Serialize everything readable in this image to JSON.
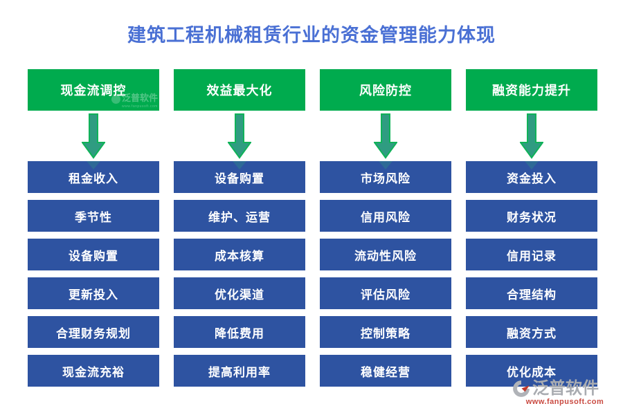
{
  "title": "建筑工程机械租赁行业的资金管理能力体现",
  "columns": [
    {
      "header": "现金流调控",
      "items": [
        "租金收入",
        "季节性",
        "设备购置",
        "更新投入",
        "合理财务规划",
        "现金流充裕"
      ]
    },
    {
      "header": "效益最大化",
      "items": [
        "设备购置",
        "维护、运营",
        "成本核算",
        "优化渠道",
        "降低费用",
        "提高利用率"
      ]
    },
    {
      "header": "风险防控",
      "items": [
        "市场风险",
        "信用风险",
        "流动性风险",
        "评估风险",
        "控制策略",
        "稳健经营"
      ]
    },
    {
      "header": "融资能力提升",
      "items": [
        "资金投入",
        "财务状况",
        "信用记录",
        "合理结构",
        "融资方式",
        "优化成本"
      ]
    }
  ],
  "watermark": {
    "logo_text": "泛普软件"
  },
  "branding": {
    "logo_text": "泛普软件",
    "url": "www.fanpusoft.com"
  },
  "colors": {
    "title_blue": "#4a70d4",
    "header_green": "#00ab4e",
    "box_blue": "#2e53a1",
    "arrow_fill": "#2f9c81",
    "arrow_stroke": "#10b259",
    "brand_gray": "#a9acb1",
    "brand_red": "#c94a41"
  },
  "icons": {
    "arrow": "down-arrow-icon",
    "brand": "fanpu-logo-icon"
  }
}
